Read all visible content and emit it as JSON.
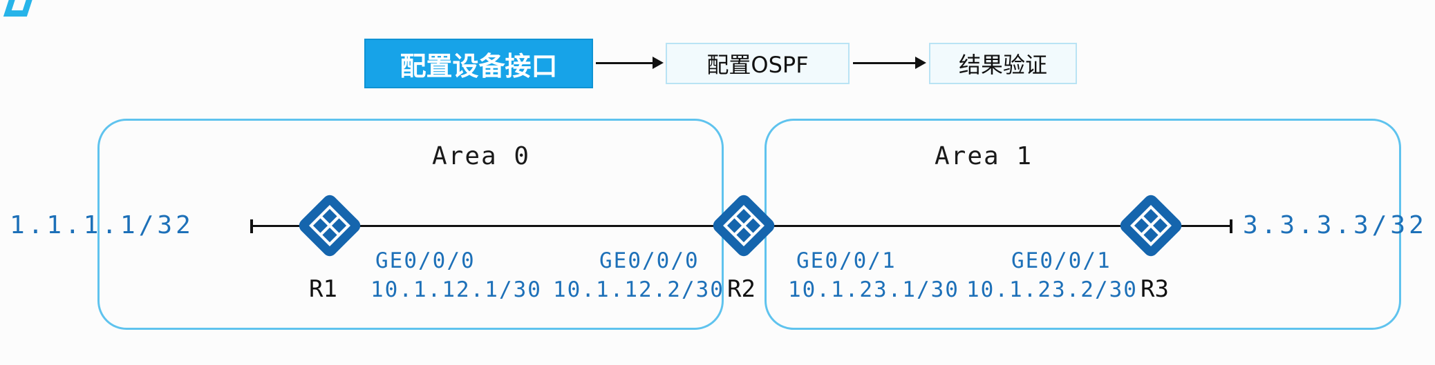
{
  "flow": {
    "steps": [
      {
        "label": "配置设备接口"
      },
      {
        "label": "配置OSPF"
      },
      {
        "label": "结果验证"
      }
    ]
  },
  "topology": {
    "areas": [
      {
        "label": "Area 0"
      },
      {
        "label": "Area 1"
      }
    ],
    "r1": {
      "name": "R1",
      "loopback": "1.1.1.1/32",
      "iface": "GE0/0/0",
      "ip": "10.1.12.1/30"
    },
    "r2": {
      "name": "R2",
      "iface_left": "GE0/0/0",
      "ip_left": "10.1.12.2/30",
      "iface_right": "GE0/0/1",
      "ip_right": "10.1.23.1/30"
    },
    "r3": {
      "name": "R3",
      "loopback": "3.3.3.3/32",
      "iface": "GE0/0/1",
      "ip": "10.1.23.2/30"
    }
  },
  "icons": {
    "router": "router-icon",
    "arrow": "right-arrow-icon"
  },
  "colors": {
    "active_step_bg": "#17a3e8",
    "active_step_text": "#ffffff",
    "idle_step_bg": "#f2fafd",
    "idle_step_border": "#b9e3f4",
    "area_border": "#5fc3ee",
    "router_fill": "#1565ad",
    "label_blue": "#1d70b8",
    "line_black": "#111111"
  }
}
